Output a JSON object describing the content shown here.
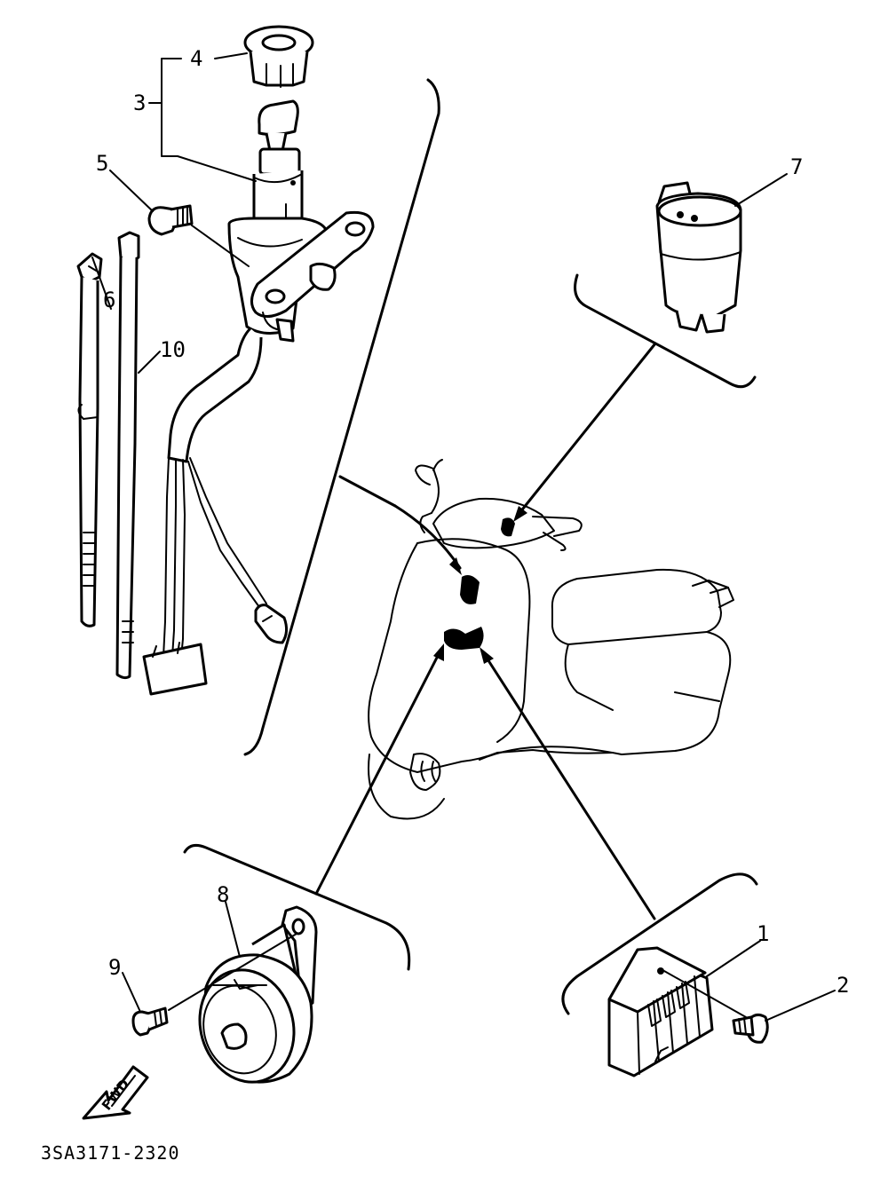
{
  "diagram": {
    "part_code": "3SA3171-2320",
    "fwd_text": "FWD",
    "callouts": {
      "c1": "1",
      "c2": "2",
      "c3": "3",
      "c4": "4",
      "c5": "5",
      "c6": "6",
      "c7": "7",
      "c8": "8",
      "c9": "9",
      "c10": "10"
    }
  }
}
